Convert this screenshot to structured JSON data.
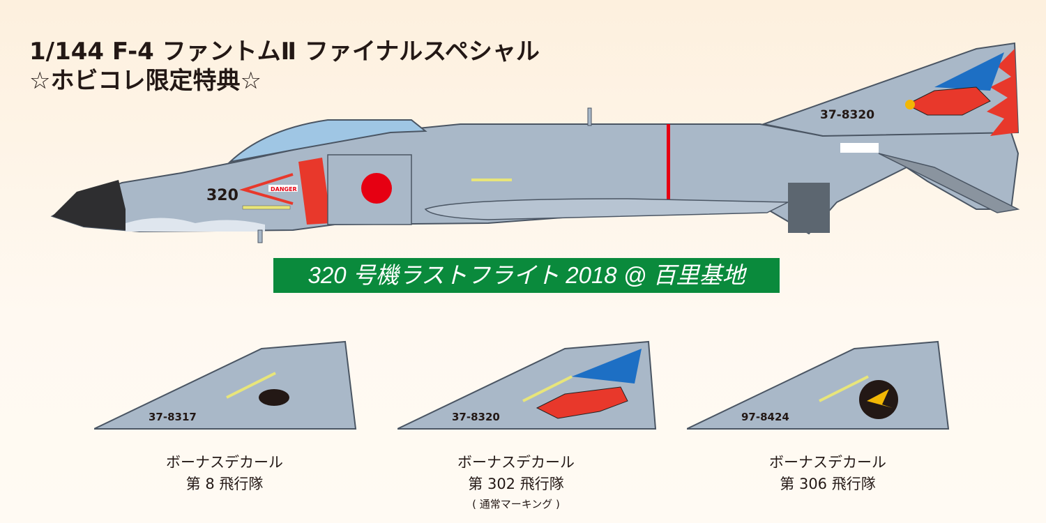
{
  "header": {
    "title_line1": "1/144 F-4 ファントムⅡ ファイナルスペシャル",
    "title_line2": "☆ホビコレ限定特典☆"
  },
  "main_aircraft": {
    "nose_number": "320",
    "danger_label": "DANGER",
    "tail_number": "37-8320",
    "colors": {
      "body": "#a9b8c8",
      "red": "#e8382b",
      "hinomaru": "#e60012",
      "outline": "#4a5563"
    }
  },
  "banner": {
    "text": "320 号機ラストフライト 2018 @ 百里基地",
    "color": "#0a8a3c"
  },
  "bonus_decals": [
    {
      "tail_number": "37-8317",
      "label": "ボーナスデカール",
      "unit": "第 8 飛行隊",
      "emblem": "panther-icon"
    },
    {
      "tail_number": "37-8320",
      "label": "ボーナスデカール",
      "unit": "第 302 飛行隊",
      "note": "( 通常マーキング )",
      "emblem": "eagle-icon"
    },
    {
      "tail_number": "97-8424",
      "label": "ボーナスデカール",
      "unit": "第 306 飛行隊",
      "emblem": "golden-eagle-icon"
    }
  ]
}
